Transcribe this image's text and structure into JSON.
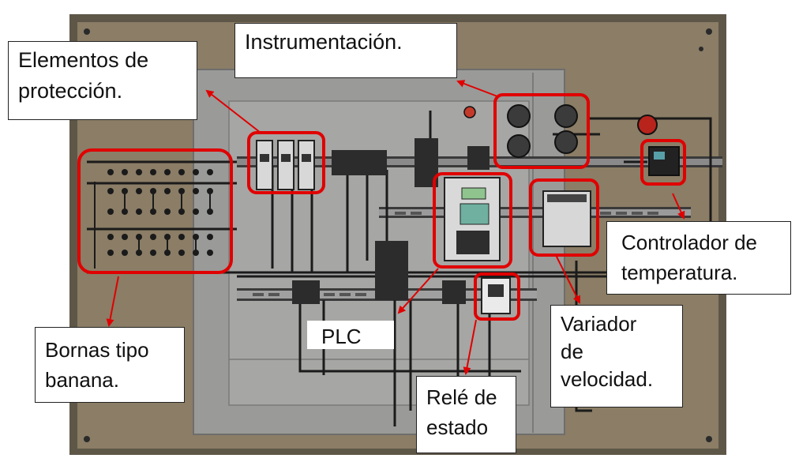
{
  "colors": {
    "panel": "#8b7d66",
    "frame": "#5e5748",
    "backplate": "#9a9a98",
    "highlight": "#e00000",
    "wire": "#1b1b1b"
  },
  "callouts": {
    "instrumentacion": "Instrumentación.",
    "proteccion": "Elementos de\nprotección.",
    "bornas": "Bornas tipo\nbanana.",
    "plc": "PLC",
    "rele": "Relé de\nestado",
    "variador": "Variador\nde\nvelocidad.",
    "controlador": "Controlador de\ntemperatura."
  }
}
